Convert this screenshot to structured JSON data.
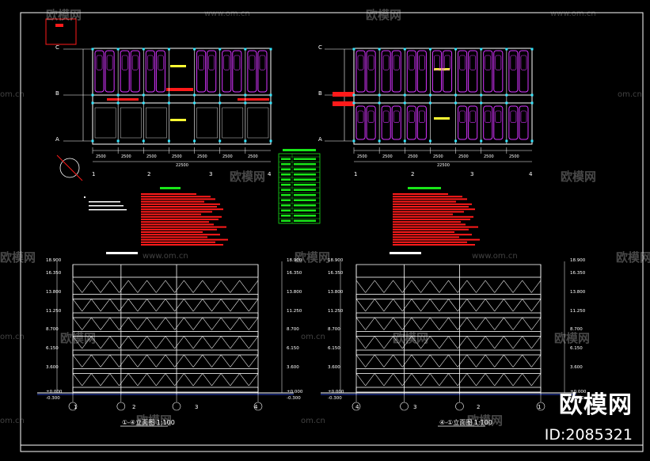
{
  "watermark": {
    "brand_cn": "欧模网",
    "url": "www.om.cn",
    "url_short": "om.cn",
    "id_text": "ID:2085321"
  },
  "plan": {
    "grid_rows": [
      "C",
      "B",
      "A"
    ],
    "grid_cols": [
      "1",
      "2",
      "3",
      "4"
    ],
    "dims_bottom": [
      "2500",
      "2500",
      "2500",
      "2500",
      "2500",
      "2500",
      "2500"
    ],
    "dim_total": "22500"
  },
  "elevation": {
    "left_title": "①-④立面图 1:100",
    "right_title": "④-①立面图 1:100",
    "axis_labels": [
      "1",
      "2",
      "3",
      "4"
    ],
    "levels": [
      "18.900",
      "16.350",
      "13.800",
      "11.250",
      "8.700",
      "6.150",
      "3.600",
      "±0.000",
      "-0.300"
    ]
  },
  "colors": {
    "bg": "#000000",
    "line": "#ffffff",
    "accent_red": "#ff1a1a",
    "accent_green": "#19e619",
    "accent_magenta": "#d633ff",
    "accent_cyan": "#33e6ff",
    "accent_yellow": "#ffff33"
  }
}
